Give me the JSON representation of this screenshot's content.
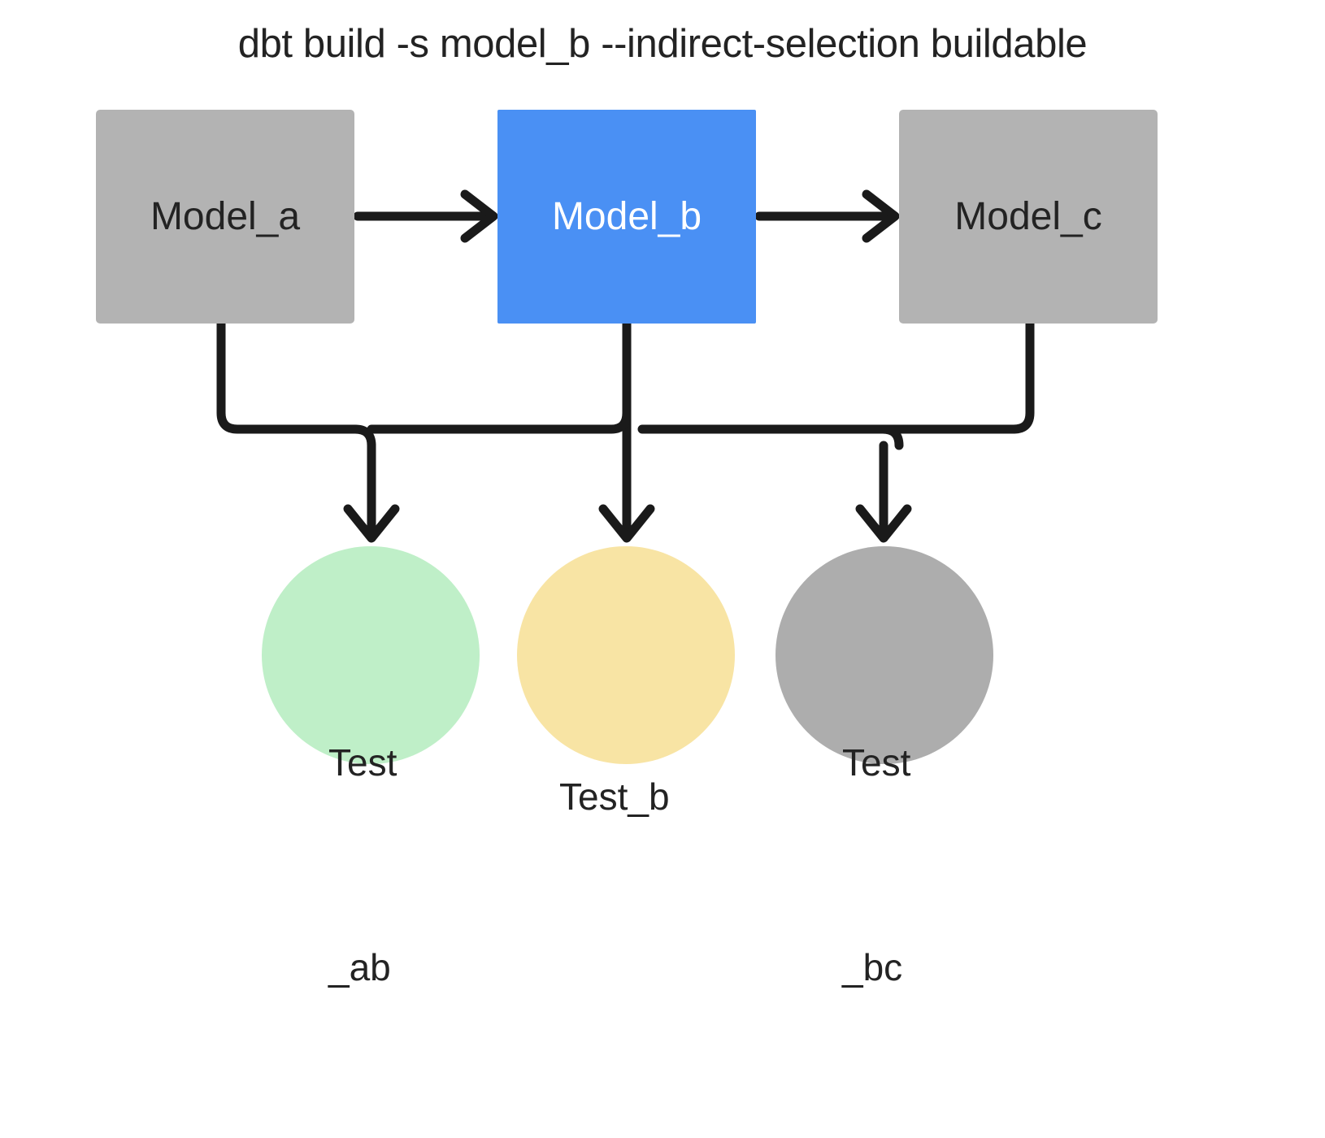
{
  "title": "dbt build -s model_b --indirect-selection buildable",
  "colors": {
    "background": "#ffffff",
    "text": "#232323",
    "selected_model": "#4a90f4",
    "unselected_model": "#b3b3b3",
    "test_selected_green": "#bfefc8",
    "test_selected_yellow": "#f8e4a4",
    "test_unselected_gray": "#adadad",
    "edge": "#1a1a1a"
  },
  "models": [
    {
      "id": "model_a",
      "label": "Model_a",
      "state": "unselected",
      "fill": "#b3b3b3",
      "text_color": "#232323"
    },
    {
      "id": "model_b",
      "label": "Model_b",
      "state": "selected",
      "fill": "#4a90f4",
      "text_color": "#ffffff"
    },
    {
      "id": "model_c",
      "label": "Model_c",
      "state": "unselected",
      "fill": "#b3b3b3",
      "text_color": "#232323"
    }
  ],
  "tests": [
    {
      "id": "test_ab",
      "label_line1": "Test",
      "label_line2": "_ab",
      "label": "Test_ab",
      "state": "selected",
      "fill": "#bfefc8"
    },
    {
      "id": "test_b",
      "label_line1": "Test_b",
      "label_line2": "",
      "label": "Test_b",
      "state": "selected",
      "fill": "#f8e4a4"
    },
    {
      "id": "test_bc",
      "label_line1": "Test",
      "label_line2": "_bc",
      "label": "Test_bc",
      "state": "unselected",
      "fill": "#adadad"
    }
  ],
  "edges": [
    {
      "from": "model_a",
      "to": "model_b",
      "style": "arrow-right"
    },
    {
      "from": "model_b",
      "to": "model_c",
      "style": "arrow-right"
    },
    {
      "from": "model_a",
      "to": "test_ab",
      "style": "orthogonal-down"
    },
    {
      "from": "model_b",
      "to": "test_ab",
      "style": "orthogonal-down"
    },
    {
      "from": "model_b",
      "to": "test_b",
      "style": "orthogonal-down"
    },
    {
      "from": "model_b",
      "to": "test_bc",
      "style": "orthogonal-down"
    },
    {
      "from": "model_c",
      "to": "test_bc",
      "style": "orthogonal-down"
    }
  ]
}
